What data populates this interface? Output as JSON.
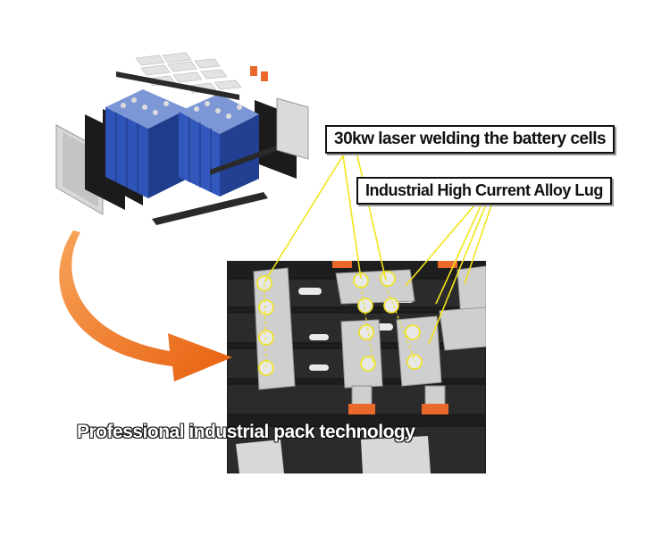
{
  "callouts": {
    "laser_welding": "30kw laser welding the battery cells",
    "alloy_lug": "Industrial High Current Alloy  Lug"
  },
  "caption": "Professional industrial pack technology",
  "colors": {
    "cell_blue": "#2f54b8",
    "leader_yellow": "#f2e51c",
    "arrow_orange": "#f07a1c",
    "terminal_orange": "#e8692a",
    "busbar_silver": "#cfcfcf",
    "pack_dark": "#1e1e1e"
  },
  "icons": {
    "transition_arrow": "curved-arrow-icon"
  }
}
